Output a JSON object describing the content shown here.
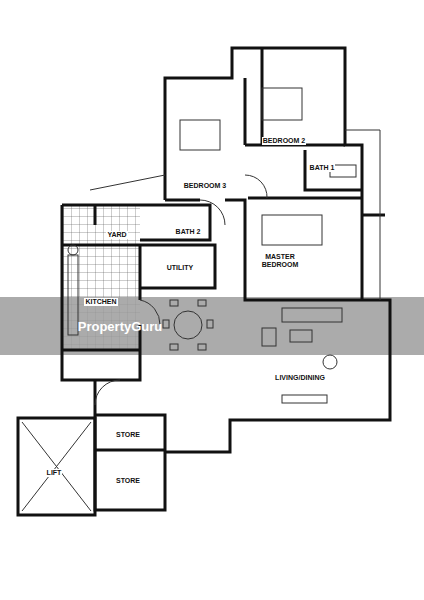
{
  "diagram": {
    "nodes": [
      {
        "text": [
          "BEDROOM 3"
        ]
      },
      {
        "text": [
          "BEDROOM 2"
        ]
      },
      {
        "text": [
          "BATH 1"
        ]
      },
      {
        "text": [
          "YARD"
        ]
      },
      {
        "text": [
          "BATH 2"
        ]
      },
      {
        "text": [
          "MASTER BEDROOM"
        ]
      },
      {
        "text": [
          "UTILITY"
        ]
      },
      {
        "text": [
          "KITCHEN"
        ]
      },
      {
        "text": [
          "LIVING/DINING"
        ]
      },
      {
        "text": [
          "LIFT"
        ]
      },
      {
        "text": [
          "STORE"
        ]
      },
      {
        "text": [
          "STORE"
        ]
      }
    ],
    "labels": [
      "PropertyGuru"
    ]
  }
}
